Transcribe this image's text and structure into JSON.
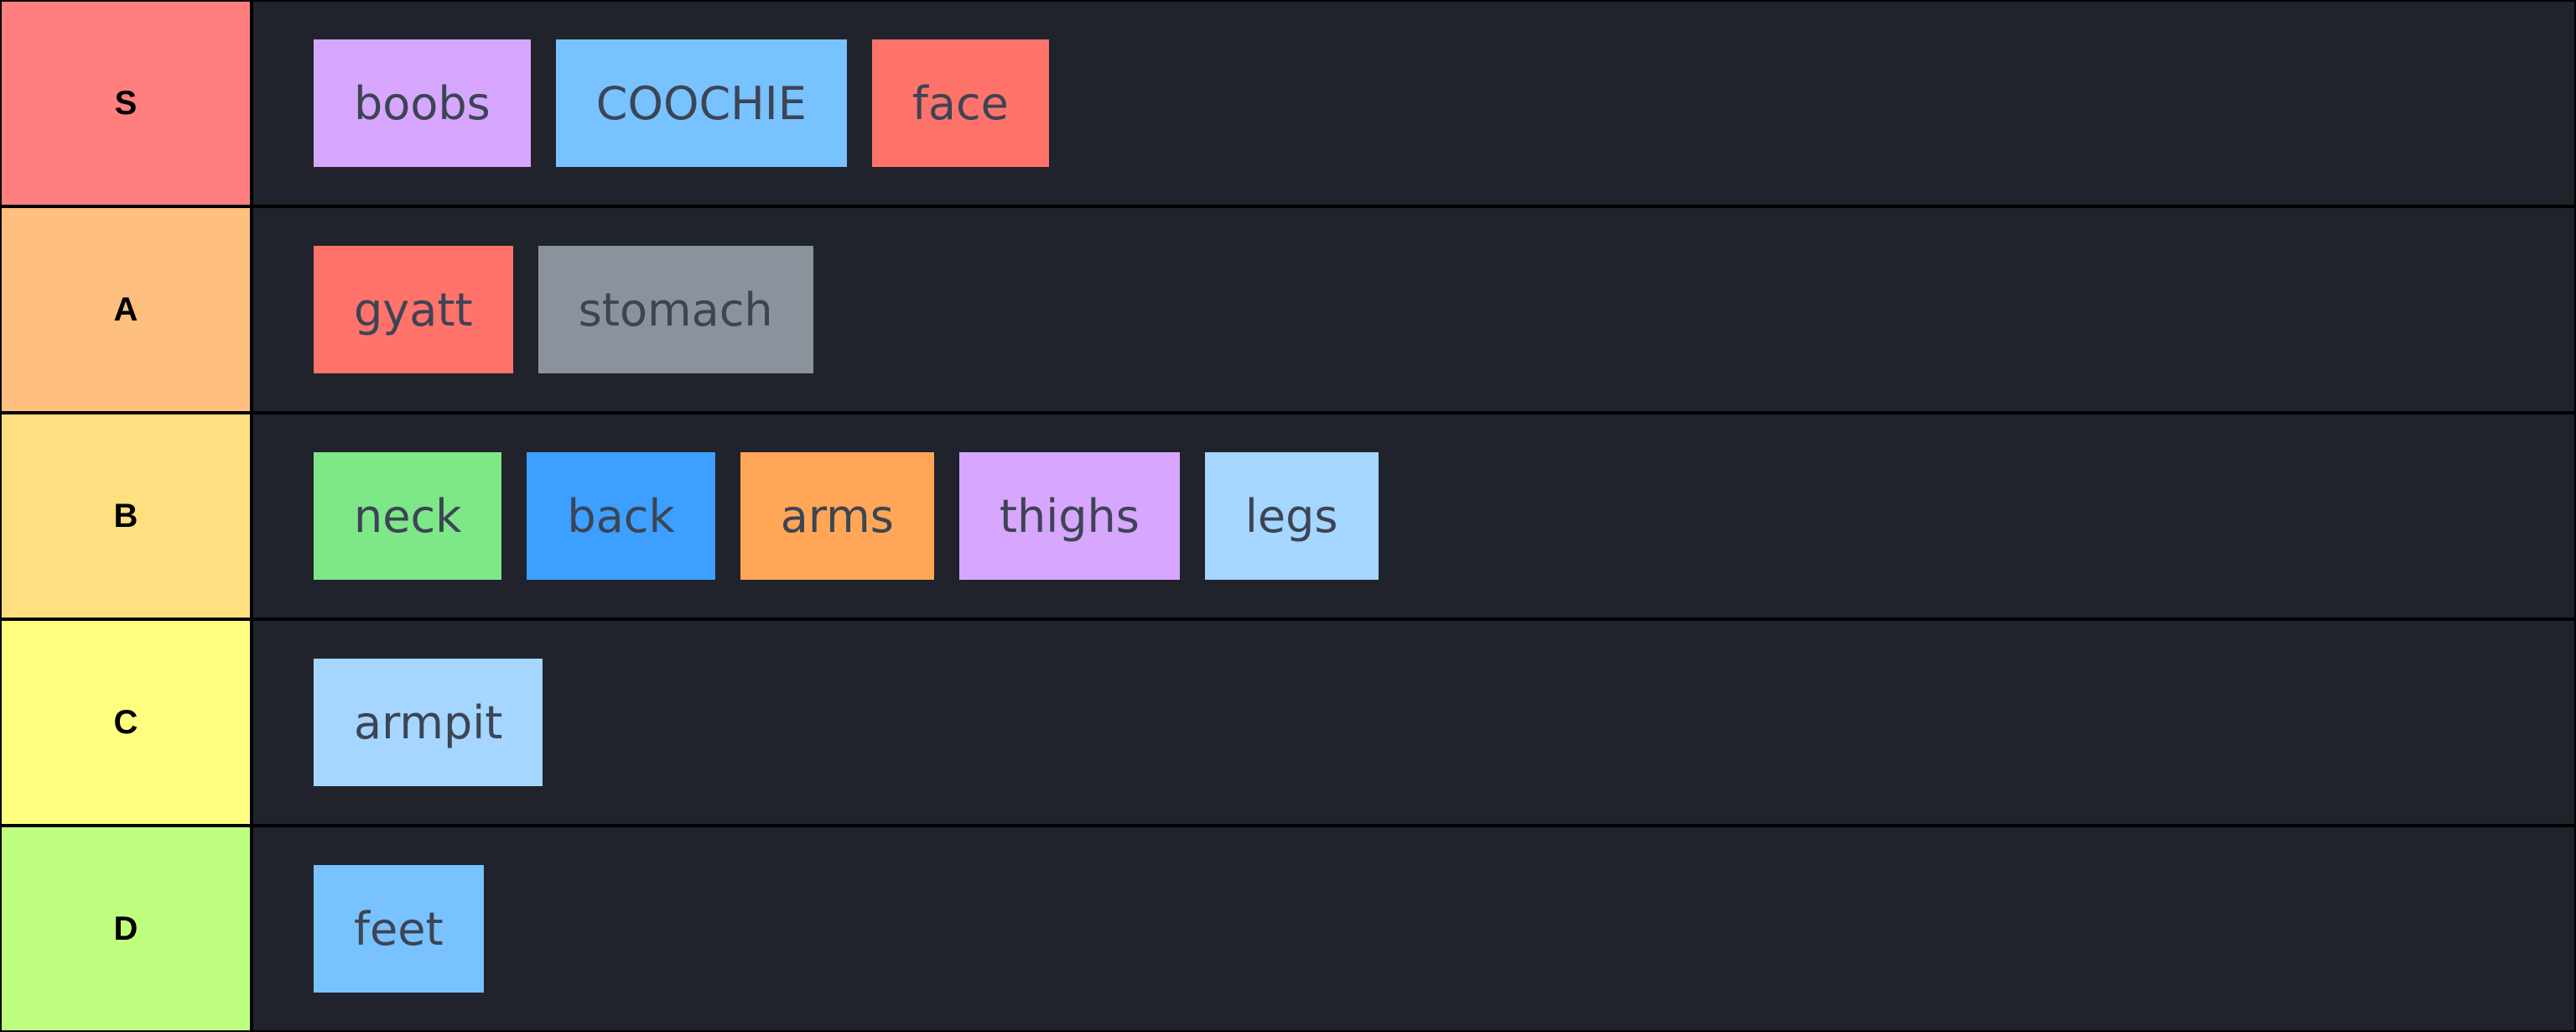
{
  "tiers": [
    {
      "label": "S",
      "color": "#ff7f7f",
      "items": [
        {
          "text": "boobs",
          "color": "#d7a6ff"
        },
        {
          "text": "COOCHIE",
          "color": "#78c2ff"
        },
        {
          "text": "face",
          "color": "#ff736b"
        }
      ]
    },
    {
      "label": "A",
      "color": "#ffbf7f",
      "items": [
        {
          "text": "gyatt",
          "color": "#ff736b"
        },
        {
          "text": "stomach",
          "color": "#8a939c"
        }
      ]
    },
    {
      "label": "B",
      "color": "#ffdf7f",
      "items": [
        {
          "text": "neck",
          "color": "#7ee787"
        },
        {
          "text": "back",
          "color": "#3d9fff"
        },
        {
          "text": "arms",
          "color": "#ffa657"
        },
        {
          "text": "thighs",
          "color": "#d7a6ff"
        },
        {
          "text": "legs",
          "color": "#a5d6ff"
        }
      ]
    },
    {
      "label": "C",
      "color": "#ffff7f",
      "items": [
        {
          "text": "armpit",
          "color": "#a5d6ff"
        }
      ]
    },
    {
      "label": "D",
      "color": "#bfff7f",
      "items": [
        {
          "text": "feet",
          "color": "#78c2ff"
        }
      ]
    }
  ]
}
